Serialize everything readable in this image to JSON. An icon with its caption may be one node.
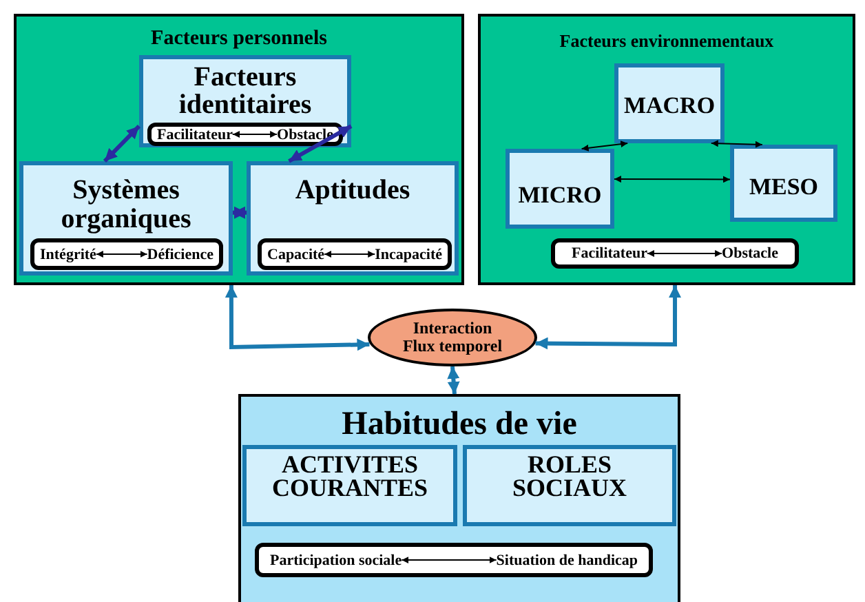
{
  "diagram": {
    "nodes": [
      {
        "text": [
          "Facteurs personnels"
        ]
      },
      {
        "text": [
          "Facteurs identitaires"
        ],
        "in": 0
      },
      {
        "text": [],
        "shape": "box",
        "in": 1
      },
      {
        "text": [
          "Facilitateur"
        ],
        "in": 2
      },
      {
        "text": [
          "Obstacle"
        ],
        "in": 2
      },
      {
        "text": [
          "Systèmes organiques"
        ],
        "in": 0
      },
      {
        "text": [],
        "shape": "box",
        "in": 5
      },
      {
        "text": [
          "Intégrité"
        ],
        "in": 6
      },
      {
        "text": [
          "Déficience"
        ],
        "in": 6
      },
      {
        "text": [
          "Aptitudes"
        ],
        "in": 0
      },
      {
        "text": [],
        "shape": "box",
        "in": 9
      },
      {
        "text": [
          "Capacité"
        ],
        "in": 10
      },
      {
        "text": [
          "Incapacité"
        ],
        "in": 10
      },
      {
        "text": [
          "Facteurs environnementaux"
        ]
      },
      {
        "text": [
          "MACRO"
        ],
        "in": 13
      },
      {
        "text": [
          "MICRO"
        ],
        "in": 13
      },
      {
        "text": [
          "MESO"
        ],
        "in": 13
      },
      {
        "text": [],
        "shape": "box",
        "in": 13
      },
      {
        "text": [
          "Facilitateur"
        ],
        "in": 17
      },
      {
        "text": [
          "Obstacle"
        ],
        "in": 17
      },
      {
        "text": [
          "Interaction Flux temporel"
        ]
      },
      {
        "text": [
          "Habitudes de vie"
        ]
      },
      {
        "text": [
          "ACTIVITES COURANTES"
        ],
        "in": 21
      },
      {
        "text": [
          "ROLES SOCIAUX"
        ],
        "in": 21
      },
      {
        "text": [],
        "shape": "box",
        "in": 21
      },
      {
        "text": [
          "Participation sociale"
        ],
        "in": 24
      },
      {
        "text": [
          "Situation de handicap"
        ],
        "in": 24
      }
    ],
    "edges": [
      {
        "from": 3,
        "to": 4,
        "arrow": "both"
      },
      {
        "from": 1,
        "to": 5,
        "arrow": "both",
        "style": "thick",
        "color": "#2b2ba0"
      },
      {
        "from": 1,
        "to": 9,
        "arrow": "both",
        "style": "thick",
        "color": "#2b2ba0"
      },
      {
        "from": 5,
        "to": 9,
        "arrow": "both",
        "style": "thick",
        "color": "#2b2ba0"
      },
      {
        "from": 7,
        "to": 8,
        "arrow": "both"
      },
      {
        "from": 11,
        "to": 12,
        "arrow": "both"
      },
      {
        "from": 14,
        "to": 15,
        "arrow": "both"
      },
      {
        "from": 14,
        "to": 16,
        "arrow": "both"
      },
      {
        "from": 15,
        "to": 16,
        "arrow": "both"
      },
      {
        "from": 18,
        "to": 19,
        "arrow": "both"
      },
      {
        "from": 0,
        "to": 20,
        "arrow": "both",
        "style": "thick",
        "color": "#1a7ab0"
      },
      {
        "from": 13,
        "to": 20,
        "arrow": "both",
        "style": "thick",
        "color": "#1a7ab0"
      },
      {
        "from": 20,
        "to": 21,
        "arrow": "both",
        "style": "thick",
        "color": "#1a7ab0"
      },
      {
        "from": 25,
        "to": 26,
        "arrow": "both"
      }
    ]
  }
}
